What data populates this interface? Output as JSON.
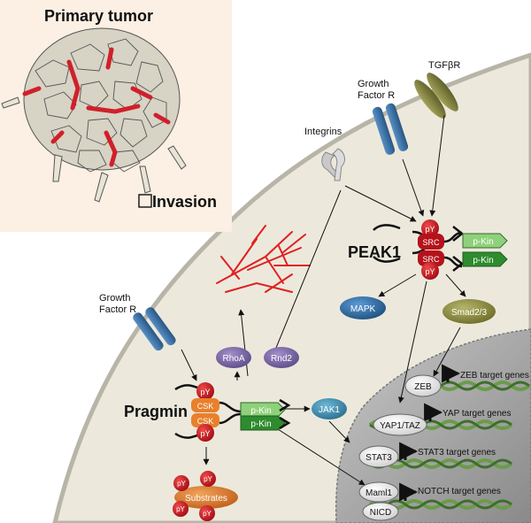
{
  "inset": {
    "title": "Primary tumor",
    "invasion_label": "Invasion"
  },
  "receptors": {
    "growth_factor_r_top": [
      "Growth",
      "Factor R"
    ],
    "tgfbr": "TGFβR",
    "integrins": "Integrins",
    "growth_factor_r_left": [
      "Growth",
      "Factor R"
    ]
  },
  "peak1_complex": {
    "name": "PEAK1",
    "py_top": "pY",
    "src_top": "SRC",
    "src_bottom": "SRC",
    "py_bottom": "pY",
    "pkin_top": "p-Kin",
    "pkin_bottom": "p-Kin"
  },
  "pragmin_complex": {
    "name": "Pragmin",
    "py_top": "pY",
    "csk_top": "CSK",
    "csk_bottom": "CSK",
    "py_bottom": "pY",
    "pkin_top": "p-Kin",
    "pkin_bottom": "p-Kin"
  },
  "effectors": {
    "mapk": "MAPK",
    "smad": "Smad2/3",
    "rhoa": "RhoA",
    "rnd2": "Rnd2",
    "jak1": "JAK1",
    "substrates": "Substrates",
    "py_labels": [
      "pY",
      "pY",
      "pY",
      "pY"
    ]
  },
  "nucleus": {
    "factors": [
      "ZEB",
      "YAP1/TAZ",
      "STAT3",
      "Maml1",
      "NICD"
    ],
    "targets": [
      "ZEB target genes",
      "YAP target genes",
      "STAT3 target genes",
      "NOTCH target genes"
    ]
  },
  "colors": {
    "background": "#ffffff",
    "inset_bg": "#fcefe3",
    "cytoplasm": "#ece9dc",
    "nucleus": "#aaaaaa",
    "red_py": "#c8102e",
    "src_red": "#b5121b",
    "csk_orange": "#e8802c",
    "pkin_green": "#2e8b2e",
    "pkin_light": "#8fd17a",
    "receptor_blue": "#3f74a8",
    "tgfbr_olive": "#7a7a3a",
    "mapk_blue": "#2f6fa8",
    "smad_olive": "#8a8a3a",
    "rho_purple": "#7b68a6",
    "jak_teal": "#3d8fb3",
    "dna_green": "#6a9c4a"
  }
}
